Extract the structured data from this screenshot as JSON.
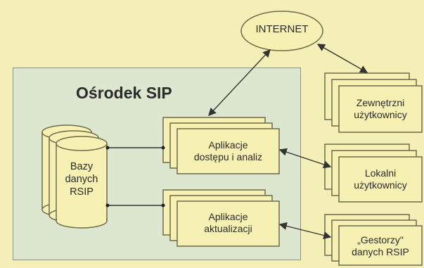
{
  "title": "Ośrodek SIP",
  "database": {
    "lines": [
      "Bazy",
      "danych",
      "RSIP"
    ]
  },
  "internet": "INTERNET",
  "apps": {
    "access": [
      "Aplikacje",
      "dostępu i analiz"
    ],
    "update": [
      "Aplikacje",
      "aktualizacji"
    ]
  },
  "users": {
    "external": [
      "Zewnętrzni",
      "użytkownicy"
    ],
    "local": [
      "Lokalni",
      "użytkownicy"
    ],
    "managers": [
      "„Gestorzy\"",
      "danych RSIP"
    ]
  }
}
